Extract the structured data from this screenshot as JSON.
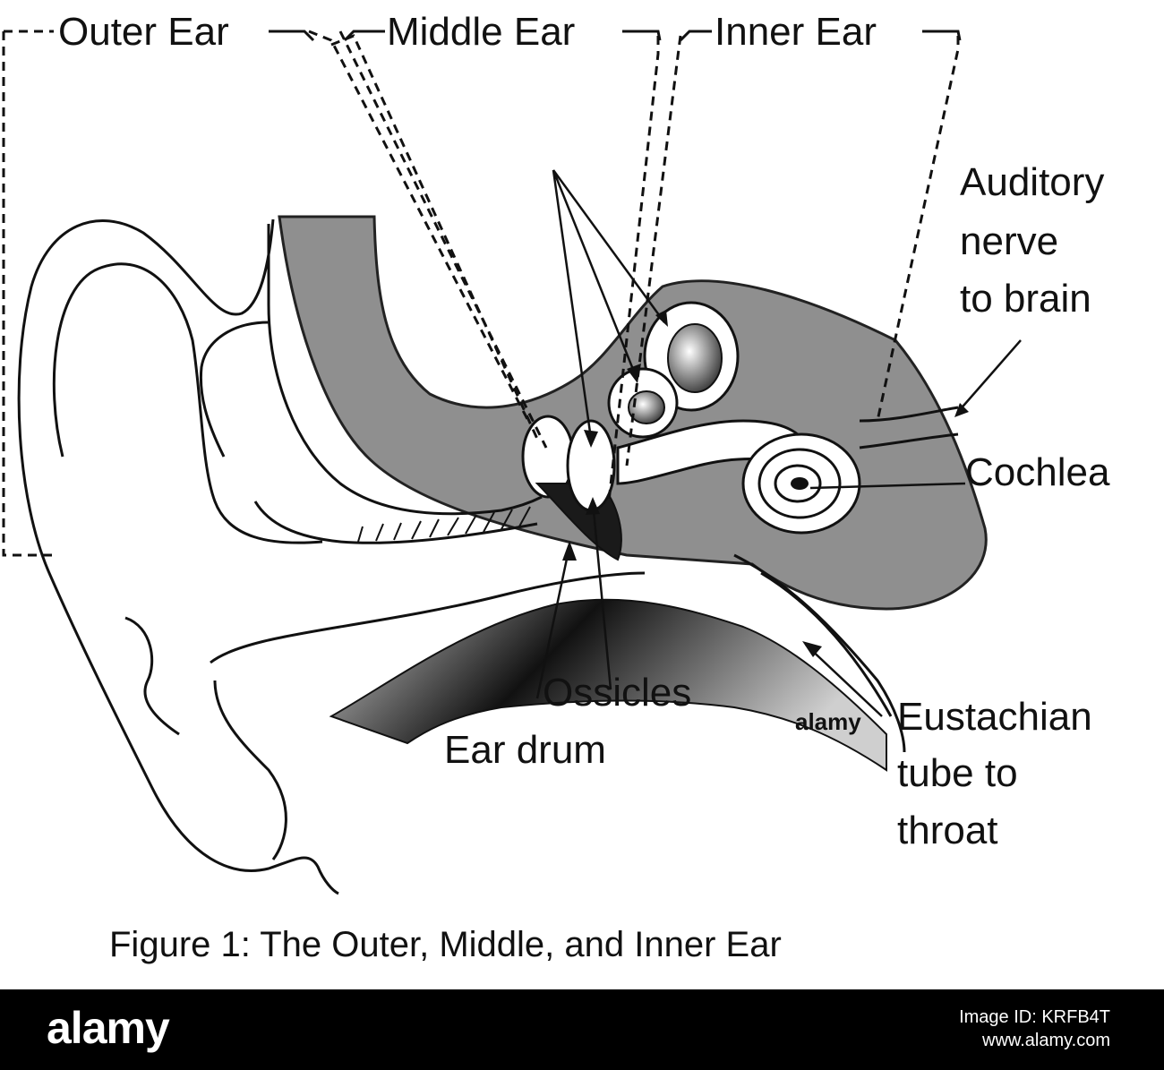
{
  "labels": {
    "outer_ear": "Outer Ear",
    "middle_ear": "Middle Ear",
    "inner_ear": "Inner Ear",
    "auditory_1": "Auditory",
    "auditory_2": "nerve",
    "auditory_3": "to brain",
    "cochlea": "Cochlea",
    "ossicles": "Ossicles",
    "ear_drum": "Ear drum",
    "eustachian_1": "Eustachian",
    "eustachian_2": "tube to",
    "eustachian_3": "throat"
  },
  "caption": "Figure 1: The Outer, Middle, and Inner Ear",
  "watermark": "alamy",
  "footer": {
    "logo": "alamy",
    "image_id": "Image ID: KRFB4T",
    "site": "www.alamy.com"
  }
}
